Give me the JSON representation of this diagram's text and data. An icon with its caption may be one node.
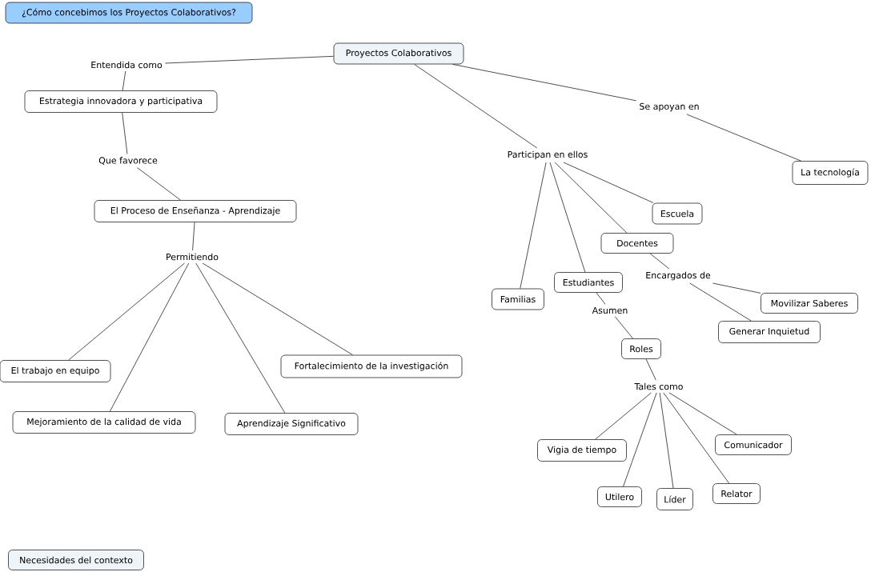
{
  "diagram": {
    "title": "¿Cómo concebimos los Proyectos Colaborativos?",
    "nodes": [
      {
        "text": [
          "Proyectos Colaborativos"
        ]
      },
      {
        "text": [
          "Entendida como"
        ]
      },
      {
        "text": [
          "Estrategia innovadora y participativa"
        ]
      },
      {
        "text": [
          "Que favorece"
        ]
      },
      {
        "text": [
          "El Proceso de Enseñanza - Aprendizaje"
        ]
      },
      {
        "text": [
          "Permitiendo"
        ]
      },
      {
        "text": [
          "El trabajo en equipo"
        ]
      },
      {
        "text": [
          "Fortalecimiento de la investigación"
        ]
      },
      {
        "text": [
          "Mejoramiento de la calidad de vida"
        ]
      },
      {
        "text": [
          "Aprendizaje Significativo"
        ]
      },
      {
        "text": [
          "Se apoyan en"
        ]
      },
      {
        "text": [
          "La tecnología"
        ]
      },
      {
        "text": [
          "Participan en ellos"
        ]
      },
      {
        "text": [
          "Escuela"
        ]
      },
      {
        "text": [
          "Docentes"
        ]
      },
      {
        "text": [
          "Familias"
        ]
      },
      {
        "text": [
          "Estudiantes"
        ]
      },
      {
        "text": [
          "Encargados de"
        ]
      },
      {
        "text": [
          "Movilizar Saberes"
        ]
      },
      {
        "text": [
          "Generar Inquietud"
        ]
      },
      {
        "text": [
          "Asumen"
        ]
      },
      {
        "text": [
          "Roles"
        ]
      },
      {
        "text": [
          "Tales como"
        ]
      },
      {
        "text": [
          "Vigia de tiempo"
        ]
      },
      {
        "text": [
          "Comunicador"
        ]
      },
      {
        "text": [
          "Utilero"
        ]
      },
      {
        "text": [
          "Líder"
        ]
      },
      {
        "text": [
          "Relator"
        ]
      },
      {
        "text": [
          "Necesidades del contexto"
        ]
      }
    ],
    "edges": [
      {
        "from": 0,
        "to": 1,
        "arrow": "none"
      },
      {
        "from": 1,
        "to": 2,
        "arrow": "none"
      },
      {
        "from": 2,
        "to": 3,
        "arrow": "none"
      },
      {
        "from": 3,
        "to": 4,
        "arrow": "none"
      },
      {
        "from": 4,
        "to": 5,
        "arrow": "none"
      },
      {
        "from": 5,
        "to": 6,
        "arrow": "none"
      },
      {
        "from": 5,
        "to": 8,
        "arrow": "none"
      },
      {
        "from": 5,
        "to": 9,
        "arrow": "none"
      },
      {
        "from": 5,
        "to": 7,
        "arrow": "none"
      },
      {
        "from": 0,
        "to": 10,
        "arrow": "none"
      },
      {
        "from": 10,
        "to": 11,
        "arrow": "none"
      },
      {
        "from": 0,
        "to": 12,
        "arrow": "none"
      },
      {
        "from": 12,
        "to": 15,
        "arrow": "none"
      },
      {
        "from": 12,
        "to": 16,
        "arrow": "none"
      },
      {
        "from": 12,
        "to": 14,
        "arrow": "none"
      },
      {
        "from": 12,
        "to": 13,
        "arrow": "none"
      },
      {
        "from": 14,
        "to": 17,
        "arrow": "none"
      },
      {
        "from": 17,
        "to": 18,
        "arrow": "none"
      },
      {
        "from": 17,
        "to": 19,
        "arrow": "none"
      },
      {
        "from": 16,
        "to": 20,
        "arrow": "none"
      },
      {
        "from": 20,
        "to": 21,
        "arrow": "none"
      },
      {
        "from": 21,
        "to": 22,
        "arrow": "none"
      },
      {
        "from": 22,
        "to": 23,
        "arrow": "none"
      },
      {
        "from": 22,
        "to": 25,
        "arrow": "none"
      },
      {
        "from": 22,
        "to": 26,
        "arrow": "none"
      },
      {
        "from": 22,
        "to": 27,
        "arrow": "none"
      },
      {
        "from": 22,
        "to": 24,
        "arrow": "none"
      }
    ]
  }
}
